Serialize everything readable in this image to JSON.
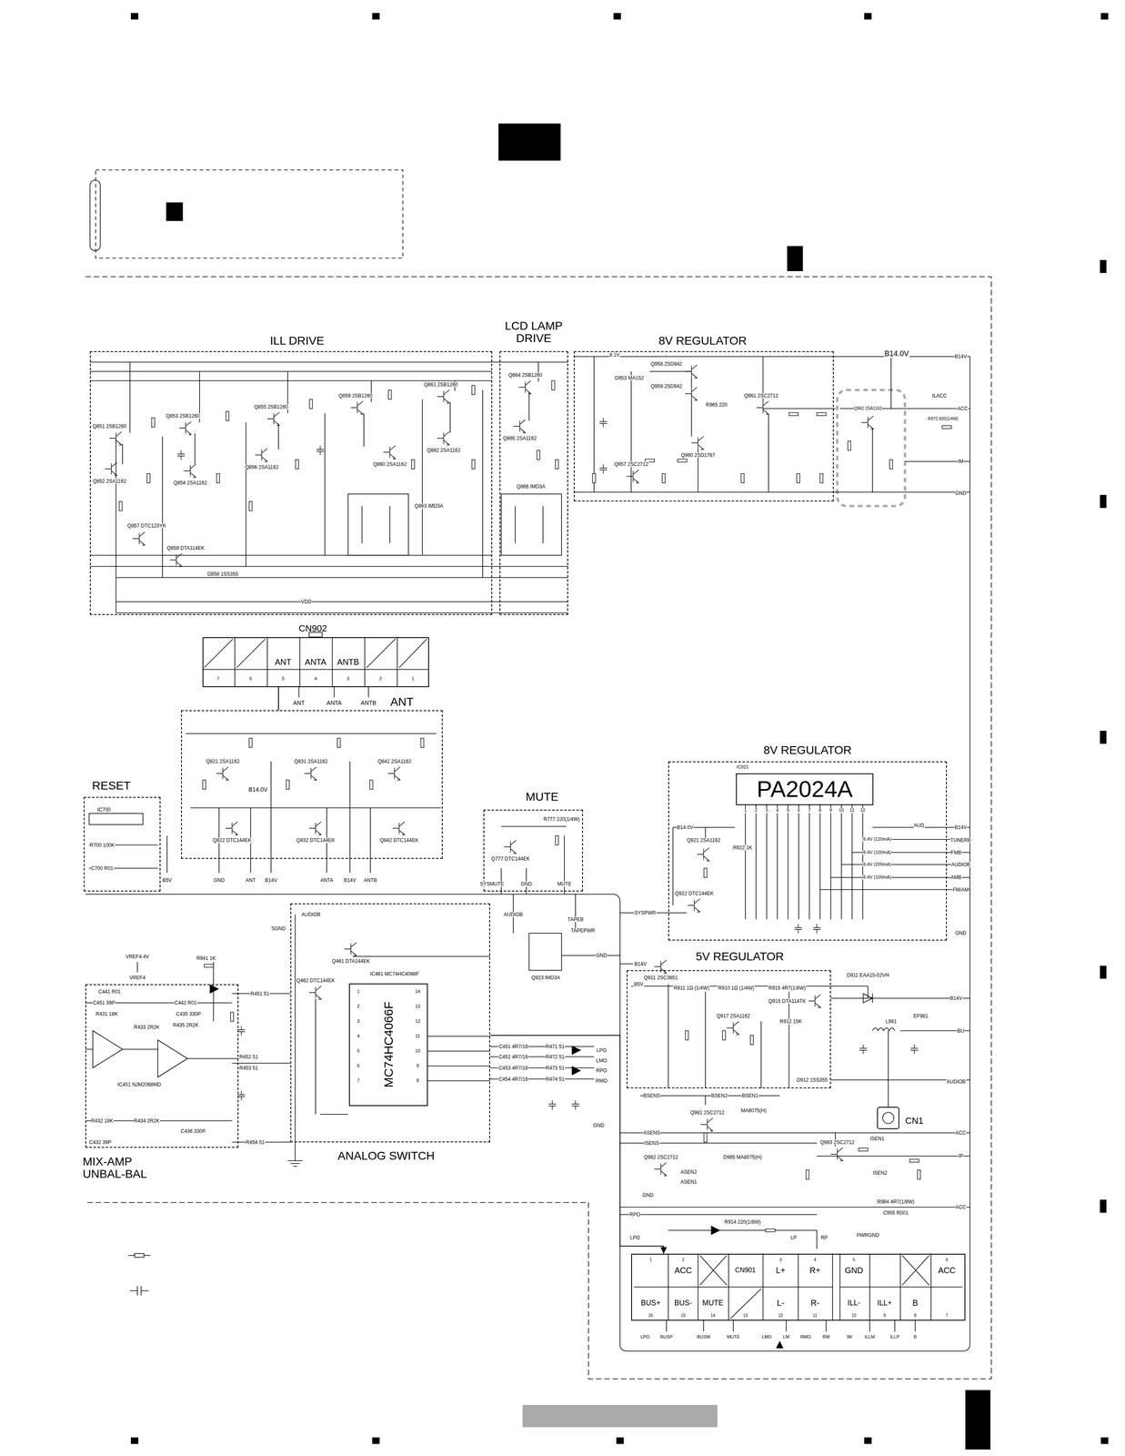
{
  "diagram": {
    "nodes": [
      {
        "text": [
          "ILL DRIVE"
        ]
      },
      {
        "text": [
          "LCD LAMP DRIVE"
        ]
      },
      {
        "text": [
          "8V REGULATOR"
        ]
      },
      {
        "text": [
          "CN902"
        ]
      },
      {
        "text": [
          "ANT"
        ]
      },
      {
        "text": [
          "RESET"
        ]
      },
      {
        "text": [
          "MUTE"
        ]
      },
      {
        "text": [
          "8V REGULATOR"
        ]
      },
      {
        "text": [
          "PA2024A"
        ],
        "in": 7
      },
      {
        "text": [
          "5V REGULATOR"
        ]
      },
      {
        "text": [
          "MIX-AMP UNBAL-BAL"
        ]
      },
      {
        "text": [
          "ANALOG SWITCH"
        ]
      },
      {
        "text": [
          "MC74HC4066F"
        ],
        "in": 11
      },
      {
        "text": [
          "CN901"
        ]
      },
      {
        "text": [
          "CN1"
        ]
      }
    ],
    "edges": [
      {
        "from": 3,
        "to": 4,
        "arrow": "none"
      },
      {
        "from": 11,
        "to": 13,
        "arrow": "to"
      }
    ],
    "labels": [
      "B14.0V",
      "B14V",
      "8.1V",
      "ILACC",
      "ACC",
      "R972 820(1/4W)",
      "IM",
      "GND",
      "Q962 2SA1162",
      "Q961 2SC2712",
      "Q960 2SD1767",
      "Q958 2SD942",
      "Q959 2SD942",
      "Q957 2SC2712",
      "D953 MA152",
      "R965 220",
      "Q851 2SB1260",
      "Q853 2SB1260",
      "Q855 2SB1260",
      "Q859 2SB1260",
      "Q861 2SB1260",
      "Q864 2SB1260",
      "Q852 2SA1162",
      "Q854 2SA1162",
      "Q856 2SA1162",
      "Q860 2SA1162",
      "Q862 2SA1162",
      "Q865 2SA1162",
      "Q857 DTC123YK",
      "Q858 DTA114EK",
      "Q863 IMD3A",
      "Q866 IMD3A",
      "D858 1SS355",
      "VDD",
      "ANT",
      "ANTA",
      "ANTB",
      "7",
      "6",
      "5",
      "4",
      "3",
      "2",
      "1",
      "ANT",
      "ANTA",
      "ANTB",
      "Q821 2SA1162",
      "Q831 2SA1162",
      "Q841 2SA1162",
      "Q822 DTC144EK",
      "Q832 DTC144EK",
      "Q842 DTC144EK",
      "B14.0V",
      "IC700",
      "R700 100K",
      "C700 R01",
      "B5V",
      "GND",
      "ANT",
      "B14V",
      "ANTA",
      "B14V",
      "ANTB",
      "R777 220(1/4W)",
      "Q777 DTC144EK",
      "SYSMUTE",
      "GND",
      "MUTE",
      "IC921",
      "B14.0V",
      "Q921 2SA1162",
      "R922 1K",
      "Q922 DTC144EK",
      "SYSPWR",
      "8.4V (120mA)",
      "8.4V (100mA)",
      "8.4V (200mA)",
      "8.4V (100mA)",
      "AUD",
      "B14V",
      "TUNERB",
      "FMB",
      "AUDIOB",
      "AMB",
      "FM/AM",
      "GND",
      "1",
      "2",
      "3",
      "4",
      "5",
      "6",
      "7",
      "8",
      "9",
      "10",
      "11",
      "12",
      "B14V",
      "B5V",
      "Q911 2SC3651",
      "R911 1Ω (1/4W)",
      "R910 1Ω (1/4W)",
      "R915 4R7(1/8W)",
      "Q915 DTA114TK",
      "Q917 2SA1162",
      "R912 15K",
      "D911 EAA15-02VH",
      "B14V",
      "L981",
      "EF981",
      "BU",
      "D912 1SS355",
      "AUDIOB",
      "BSENS",
      "BSEN2",
      "BSEN1",
      "Q981 2SC2712",
      "MA8075(H)",
      "ASENS",
      "ISENS",
      "Q982 2SC2712",
      "ASEN2",
      "ASEN1",
      "D985 MA8075(H)",
      "Q983 2SC2712",
      "ISEN1",
      "ISEN2",
      "ACC",
      "IP",
      "R984 4R7(1/8W)",
      "C955 R001",
      "ACC",
      "GND",
      "RPO",
      "LPO",
      "R914 220(1/8W)",
      "LP",
      "RP",
      "PWRGND",
      "ACC",
      "L+",
      "R+",
      "GND",
      "ACC",
      "BUS+",
      "BUS-",
      "MUTE",
      "L-",
      "R-",
      "ILL-",
      "ILL+",
      "B",
      "1",
      "2",
      "3",
      "4",
      "5",
      "6",
      "16",
      "15",
      "14",
      "13",
      "12",
      "11",
      "10",
      "9",
      "8",
      "7",
      "LPO",
      "BUSP",
      "BUSM",
      "MUTE",
      "LMO",
      "LM",
      "RMO",
      "RM",
      "IM",
      "ILLM",
      "ILLP",
      "B",
      "VREF4.4V",
      "R941 1K",
      "VREF4",
      "C441 R01",
      "C451 39P",
      "R431 18K",
      "R433 2R2K",
      "C442 R01",
      "C435 330P",
      "R435 2R2K",
      "IC451 NJM2068MD",
      "R432 18K",
      "R434 2R2K",
      "C436 330P",
      "C432 39P",
      "R451 51",
      "R452 51",
      "R453 51",
      "R454 51",
      "AUDIOB",
      "SGND",
      "Q461 DTA144EK",
      "Q462 DTC144EK",
      "IC461 MC74HC4066F",
      "1",
      "2",
      "3",
      "4",
      "5",
      "6",
      "7",
      "14",
      "13",
      "12",
      "11",
      "10",
      "9",
      "8",
      "C451 4R7/16",
      "C452 4R7/16",
      "C453 4R7/16",
      "C454 4R7/16",
      "R471 51",
      "R472 51",
      "R473 51",
      "R474 51",
      "LPO",
      "LMO",
      "RPO",
      "RMO",
      "GND",
      "Q923 IMD3A",
      "AUDIOB",
      "TAPEB",
      "TAPEPWR",
      "GND"
    ]
  }
}
